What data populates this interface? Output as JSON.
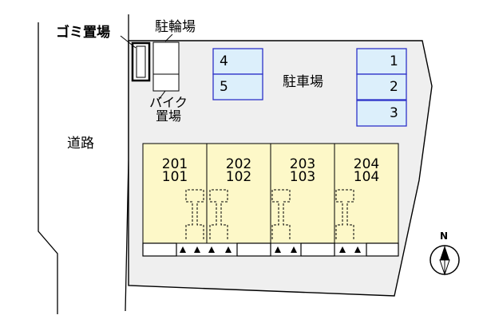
{
  "site": {
    "labels": {
      "road": "道路",
      "garbage": "ゴミ置場",
      "bicycle": "駐輪場",
      "motorbike": "バイク\n置場",
      "parking": "駐車場"
    }
  },
  "parking_spaces": [
    {
      "number": "4"
    },
    {
      "number": "5"
    },
    {
      "number": "1"
    },
    {
      "number": "2"
    },
    {
      "number": "3"
    }
  ],
  "units": [
    {
      "upper": "201",
      "lower": "101"
    },
    {
      "upper": "202",
      "lower": "102"
    },
    {
      "upper": "203",
      "lower": "103"
    },
    {
      "upper": "204",
      "lower": "104"
    }
  ],
  "compass": {
    "label": "N"
  },
  "colors": {
    "lot": "#efefef",
    "building": "#fdf8c8",
    "parking": "#dceffb",
    "parking_border": "#2d31c8",
    "line": "#000000"
  }
}
